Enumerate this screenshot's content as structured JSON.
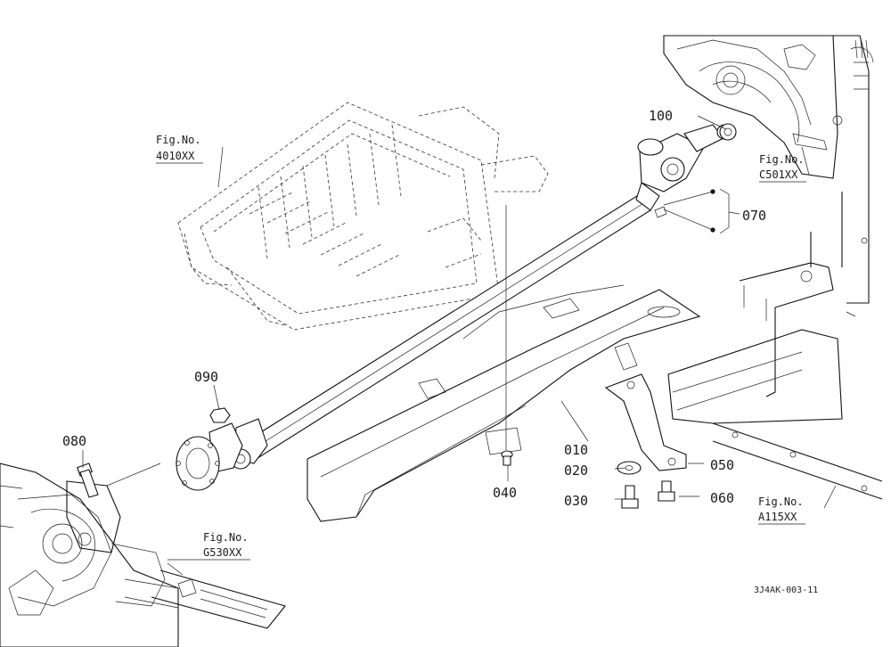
{
  "diagram": {
    "parts": [
      {
        "id": "part-100",
        "label": "100"
      },
      {
        "id": "part-070",
        "label": "070"
      },
      {
        "id": "part-090",
        "label": "090"
      },
      {
        "id": "part-080",
        "label": "080"
      },
      {
        "id": "part-010",
        "label": "010"
      },
      {
        "id": "part-020",
        "label": "020"
      },
      {
        "id": "part-030",
        "label": "030"
      },
      {
        "id": "part-040",
        "label": "040"
      },
      {
        "id": "part-050",
        "label": "050"
      },
      {
        "id": "part-060",
        "label": "060"
      }
    ],
    "fig_refs": [
      {
        "id": "fig-4010",
        "prefix": "Fig.No.",
        "number": "4010XX"
      },
      {
        "id": "fig-c501",
        "prefix": "Fig.No.",
        "number": "C501XX"
      },
      {
        "id": "fig-g530",
        "prefix": "Fig.No.",
        "number": "G530XX"
      },
      {
        "id": "fig-a115",
        "prefix": "Fig.No.",
        "number": "A115XX"
      }
    ],
    "drawing_code": "3J4AK-003-11"
  }
}
